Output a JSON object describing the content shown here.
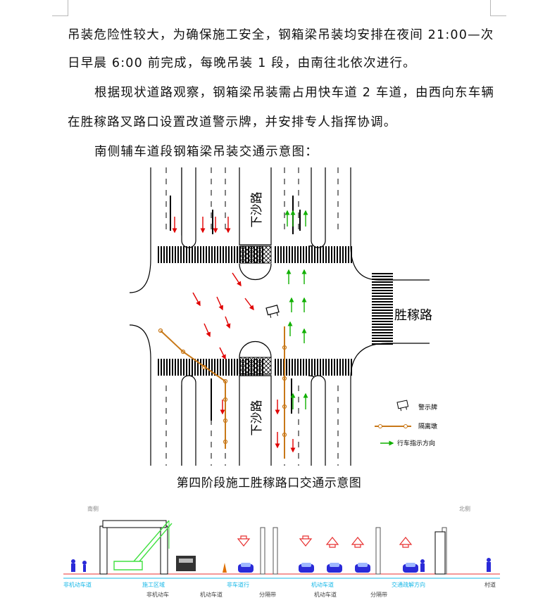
{
  "doc": {
    "lines": [
      "吊装危险性较大，为确保施工安全，钢箱梁吊装均安排在夜间 21:00—次",
      "日早晨 6:00 前完成，每晚吊装 1 段，由南往北依次进行。",
      "根据现状道路观察，钢箱梁吊装需占用快车道 2 车道，由西向东车辆",
      "在胜稼路叉路口设置改道警示牌，并安排专人指挥协调。",
      "南侧辅车道段钢箱梁吊装交通示意图："
    ]
  },
  "map": {
    "road_north": "下沙路",
    "road_south": "下沙路",
    "road_east": "胜稼路",
    "legend": {
      "sign": "警示牌",
      "barrier": "隔离墩",
      "direction": "行车指示方向"
    },
    "colors": {
      "red": "#e00000",
      "green": "#10b000",
      "barrier": "#c87818"
    }
  },
  "caption": "第四阶段施工胜稼路口交通示意图",
  "section": {
    "south": "南侧",
    "north": "北侧",
    "zones": [
      "非机动车道",
      "施工区域",
      "非车道行",
      "机动车道",
      "交通疏解方向",
      "村道"
    ],
    "bottom": [
      "非机动车",
      "机动车道",
      "分隔带",
      "机动车道",
      "分隔带"
    ],
    "colors": {
      "cyan": "#18b8e8",
      "crane": "#40e040",
      "red": "#e83030",
      "blue": "#2a2ad8"
    }
  }
}
